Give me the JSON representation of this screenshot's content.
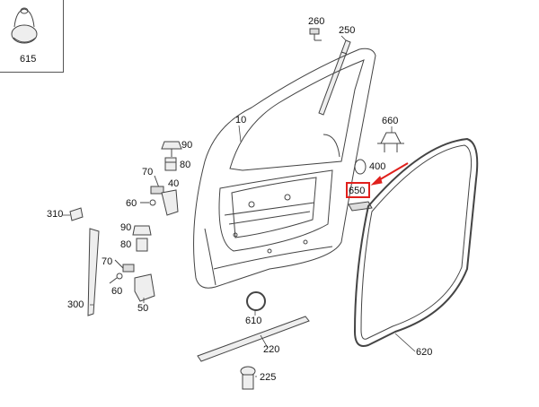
{
  "callouts": {
    "c615": "615",
    "c260": "260",
    "c250": "250",
    "c10": "10",
    "c660": "660",
    "c90a": "90",
    "c80a": "80",
    "c400": "400",
    "c70a": "70",
    "c40": "40",
    "c650": "650",
    "c60a": "60",
    "c310": "310",
    "c90b": "90",
    "c80b": "80",
    "c70b": "70",
    "c60b": "60",
    "c300": "300",
    "c50": "50",
    "c610": "610",
    "c220": "220",
    "c620": "620",
    "c225": "225"
  },
  "colors": {
    "line": "#444444",
    "highlight": "#e0201c",
    "part_fill": "#e8e8e8"
  }
}
